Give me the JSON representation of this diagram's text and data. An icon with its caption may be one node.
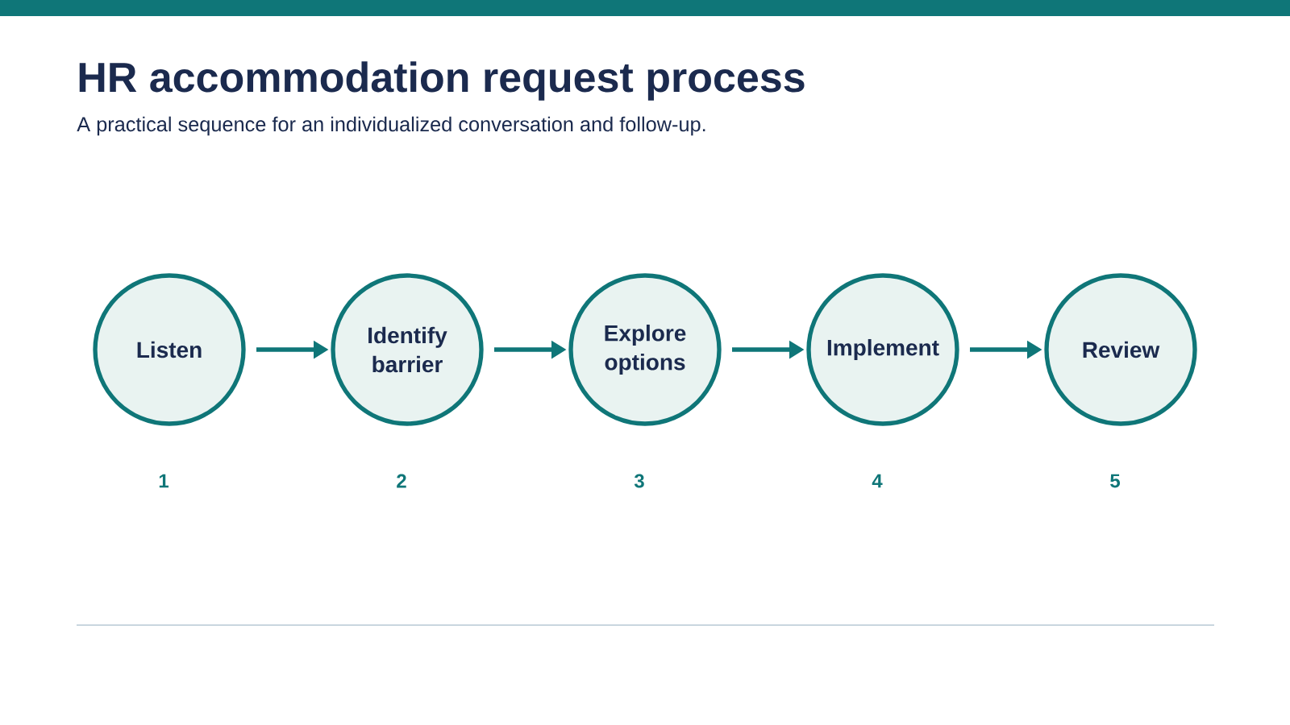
{
  "diagram": {
    "title": "HR accommodation request process",
    "caption": "A practical sequence for an individualized conversation and follow-up.",
    "nodes": [
      {
        "text": [
          "Listen"
        ],
        "beside": [
          "1"
        ]
      },
      {
        "text": [
          "Identify barrier"
        ],
        "beside": [
          "2"
        ]
      },
      {
        "text": [
          "Explore options"
        ],
        "beside": [
          "3"
        ]
      },
      {
        "text": [
          "Implement"
        ],
        "beside": [
          "4"
        ]
      },
      {
        "text": [
          "Review"
        ],
        "beside": [
          "5"
        ]
      }
    ],
    "edges": [
      {
        "from": 0,
        "to": 1,
        "arrow": "to"
      },
      {
        "from": 1,
        "to": 2,
        "arrow": "to"
      },
      {
        "from": 2,
        "to": 3,
        "arrow": "to"
      },
      {
        "from": 3,
        "to": 4,
        "arrow": "to"
      }
    ]
  }
}
